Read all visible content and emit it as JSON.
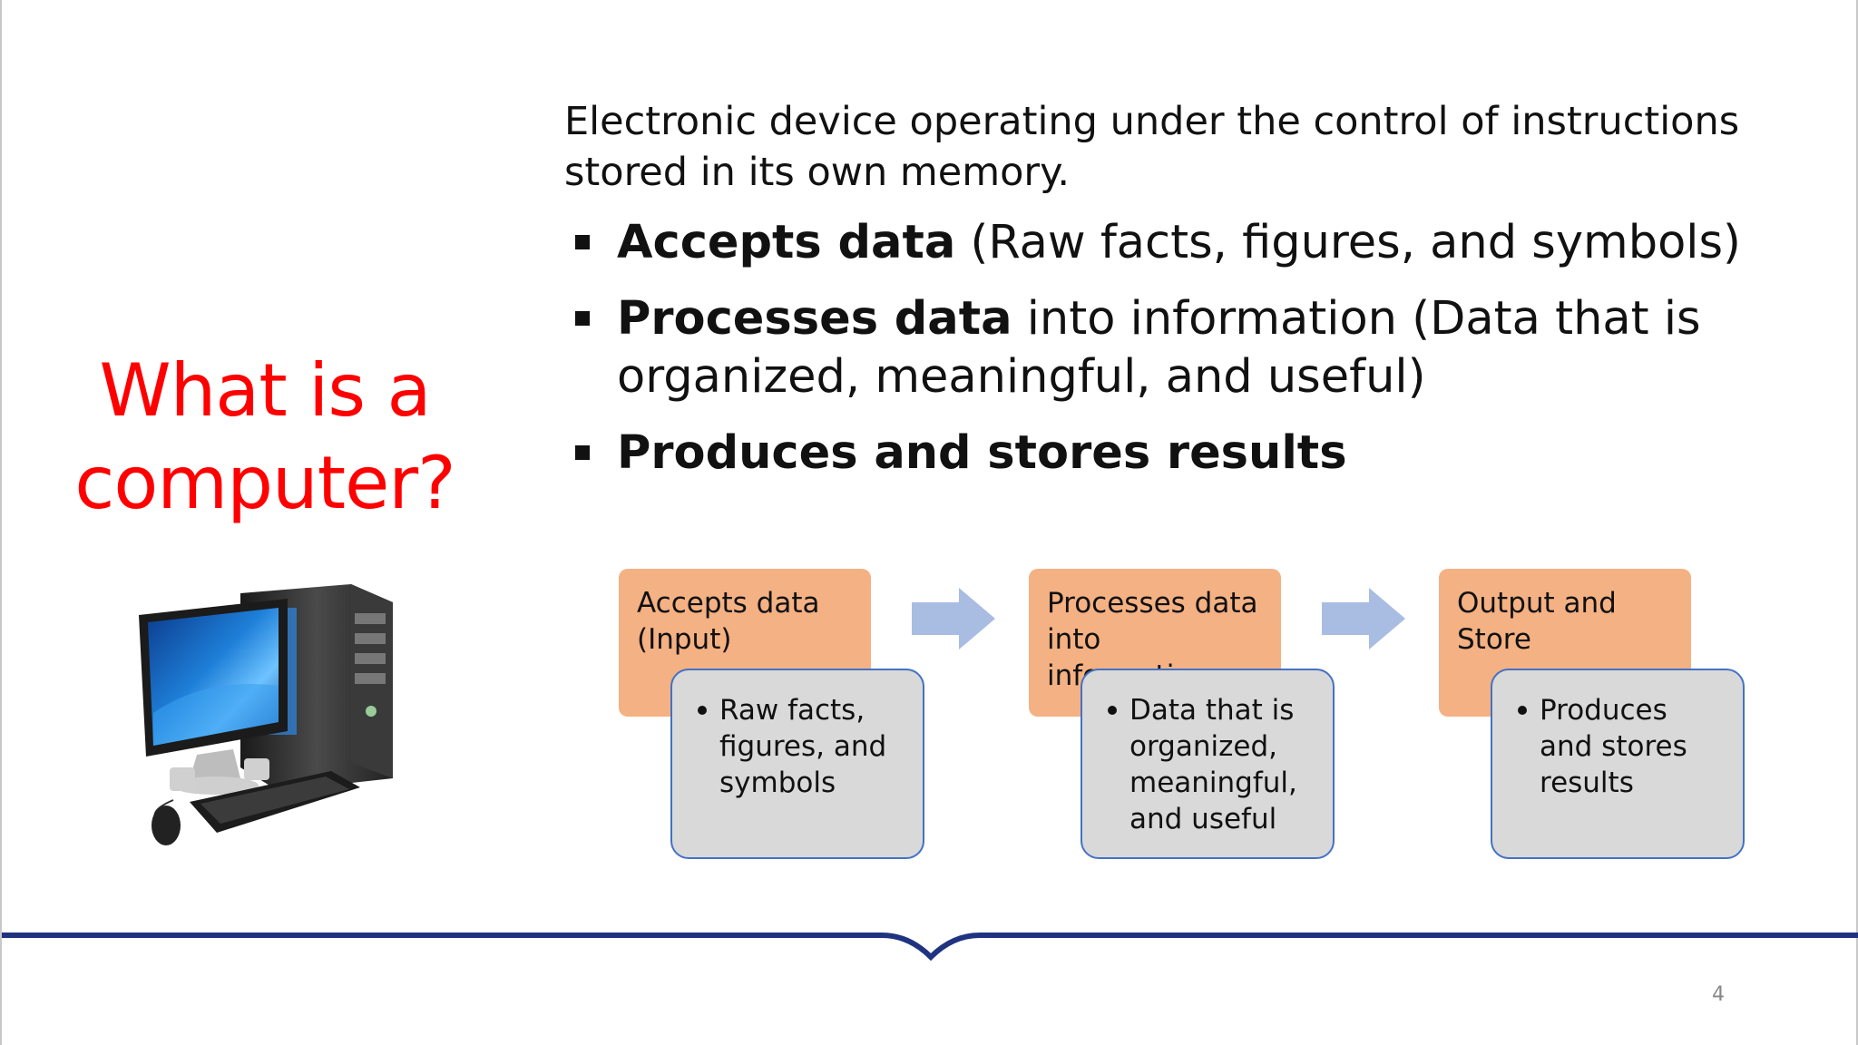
{
  "slide": {
    "title_lines": [
      "What is a",
      "computer?"
    ],
    "intro": "Electronic device operating under the control of instructions stored in its own memory.",
    "bullets": [
      {
        "bold": "Accepts data",
        "rest": " (Raw facts, figures, and symbols)"
      },
      {
        "bold": "Processes data",
        "rest": " into information (Data that is organized, meaningful, and useful)"
      },
      {
        "bold": "Produces and stores results",
        "rest": ""
      }
    ],
    "process": [
      {
        "head": "Accepts data (Input)",
        "body": "Raw facts, figures, and symbols"
      },
      {
        "head": "Processes data into information",
        "body": "Data that is organized, meaningful, and useful"
      },
      {
        "head": "Output and Store",
        "body": "Produces and stores results"
      }
    ],
    "page_number": "4"
  },
  "colors": {
    "title": "#ff0000",
    "process_head": "#f4b183",
    "process_body": "#d9d9d9",
    "process_border": "#4472c4",
    "arrow": "#a9bce2",
    "bottom_line": "#1f3380"
  },
  "icons": {
    "illustration": "desktop-computer-icon",
    "arrow": "right-arrow-icon"
  }
}
